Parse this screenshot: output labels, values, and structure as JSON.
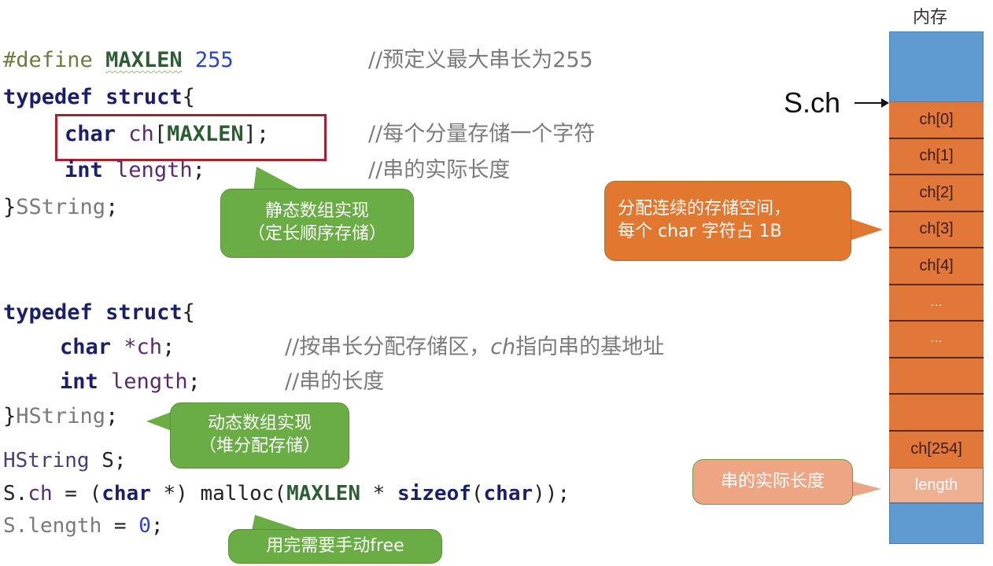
{
  "code_block_1": {
    "line1": {
      "directive": "#define",
      "macro": "MAXLEN",
      "value": "255",
      "comment": "//预定义最大串长为255"
    },
    "line2": {
      "kw1": "typedef",
      "kw2": "struct",
      "brace": "{"
    },
    "line3": {
      "type": "char",
      "field": "ch",
      "open": "[",
      "macro": "MAXLEN",
      "close": "];",
      "comment": "//每个分量存储一个字符"
    },
    "line4": {
      "type": "int",
      "field": "length",
      "semi": ";",
      "comment": "//串的实际长度"
    },
    "line5": {
      "brace": "}",
      "name": "SString",
      "semi": ";"
    }
  },
  "code_block_2": {
    "line1": {
      "kw1": "typedef",
      "kw2": "struct",
      "brace": "{"
    },
    "line2": {
      "type": "char",
      "field": " *ch",
      "semi": ";",
      "comment_pre": "//按串长分配存储区，",
      "comment_it": "ch",
      "comment_post": "指向串的基地址"
    },
    "line3": {
      "type": "int",
      "field": "length",
      "semi": ";",
      "comment": "//串的长度"
    },
    "line4": {
      "brace": "}",
      "name": "HString",
      "semi": ";"
    },
    "line5": {
      "type": "HString",
      "rest": " S;"
    },
    "line6": {
      "s": "S.",
      "field": "ch",
      "eq": " = (",
      "kw": "char",
      "cast": " *) malloc(",
      "macro": "MAXLEN",
      "mul": " * ",
      "sizeof": "sizeof",
      "p1": "(",
      "kw2": "char",
      "end": "));"
    },
    "line7": {
      "lhs": "S.length",
      "eq": " = ",
      "num": "0",
      "semi": ";"
    }
  },
  "callouts": {
    "static_array": {
      "line1": "静态数组实现",
      "line2": "（定长顺序存储）"
    },
    "dynamic_array": {
      "line1": "动态数组实现",
      "line2": "（堆分配存储）"
    },
    "manual_free": {
      "text": "用完需要手动free"
    },
    "contiguous": {
      "line1": "分配连续的存储空间，",
      "line2": "每个 char 字符占 1B"
    },
    "actual_length": {
      "text": "串的实际长度"
    }
  },
  "memory": {
    "title": "内存",
    "pointer_label": "S.ch",
    "cells": [
      "ch[0]",
      "ch[1]",
      "ch[2]",
      "ch[3]",
      "ch[4]",
      "…",
      "…",
      "",
      "",
      "ch[254]"
    ],
    "length_label": "length"
  },
  "colors": {
    "keyword": "#1b1f6b",
    "macro": "#2e5d34",
    "number": "#2a44c8",
    "comment": "#7b7b7b",
    "highlight_box": "#a52232",
    "bubble_green": "#6aad45",
    "bubble_orange": "#e2772f",
    "bubble_peach": "#eda584",
    "memory_blue": "#5f9bd1",
    "memory_orange": "#e2773a"
  }
}
